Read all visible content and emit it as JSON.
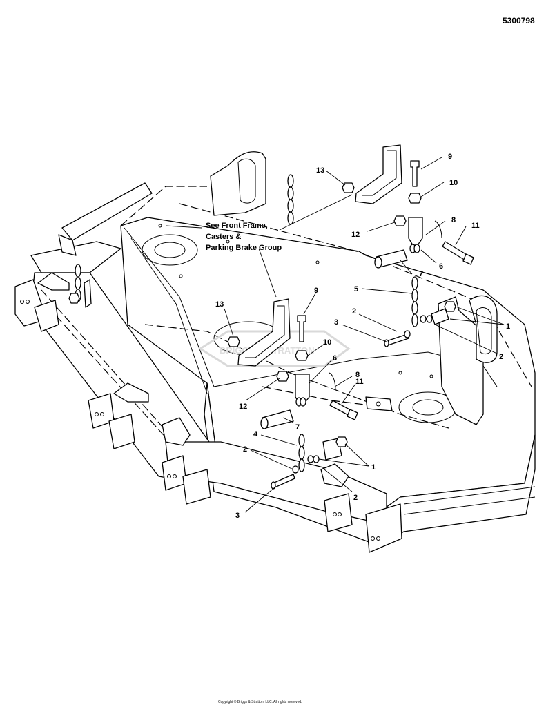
{
  "figure_number": "5300798",
  "note": {
    "line1": "See Front Frame,",
    "line2": "Casters &",
    "line3": "Parking Brake Group"
  },
  "watermark": "BRIGGS & STRATTON",
  "copyright": "Copyright © Briggs & Stratton, LLC. All rights reserved.",
  "callouts": [
    "13",
    "9",
    "10",
    "8",
    "11",
    "12",
    "7",
    "6",
    "5",
    "2",
    "3",
    "1",
    "2",
    "13",
    "9",
    "10",
    "6",
    "8",
    "11",
    "12",
    "7",
    "4",
    "2",
    "1",
    "2",
    "3"
  ]
}
